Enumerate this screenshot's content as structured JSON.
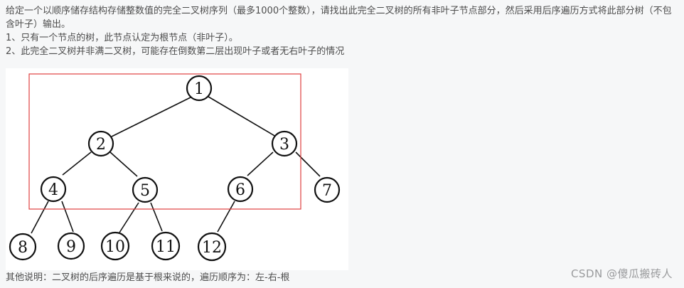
{
  "text": {
    "intro": "给定一个以顺序储存结构存储整数值的完全二叉树序列（最多1000个整数），请找出此完全二叉树的所有非叶子节点部分，然后采用后序遍历方式将此部分树（不包含叶子）输出。",
    "rule1": "1、只有一个节点的树，此节点认定为根节点（非叶子）。",
    "rule2": "2、此完全二叉树并非满二叉树，可能存在倒数第二层出现叶子或者无右叶子的情况",
    "note": "其他说明：二叉树的后序遍历是基于根来说的，遍历顺序为：左-右-根",
    "watermark": "CSDN @傻瓜搬砖人"
  },
  "tree": {
    "nodes": [
      "1",
      "2",
      "3",
      "4",
      "5",
      "6",
      "7",
      "8",
      "9",
      "10",
      "11",
      "12"
    ],
    "highlight_box_color": "#e04040"
  }
}
